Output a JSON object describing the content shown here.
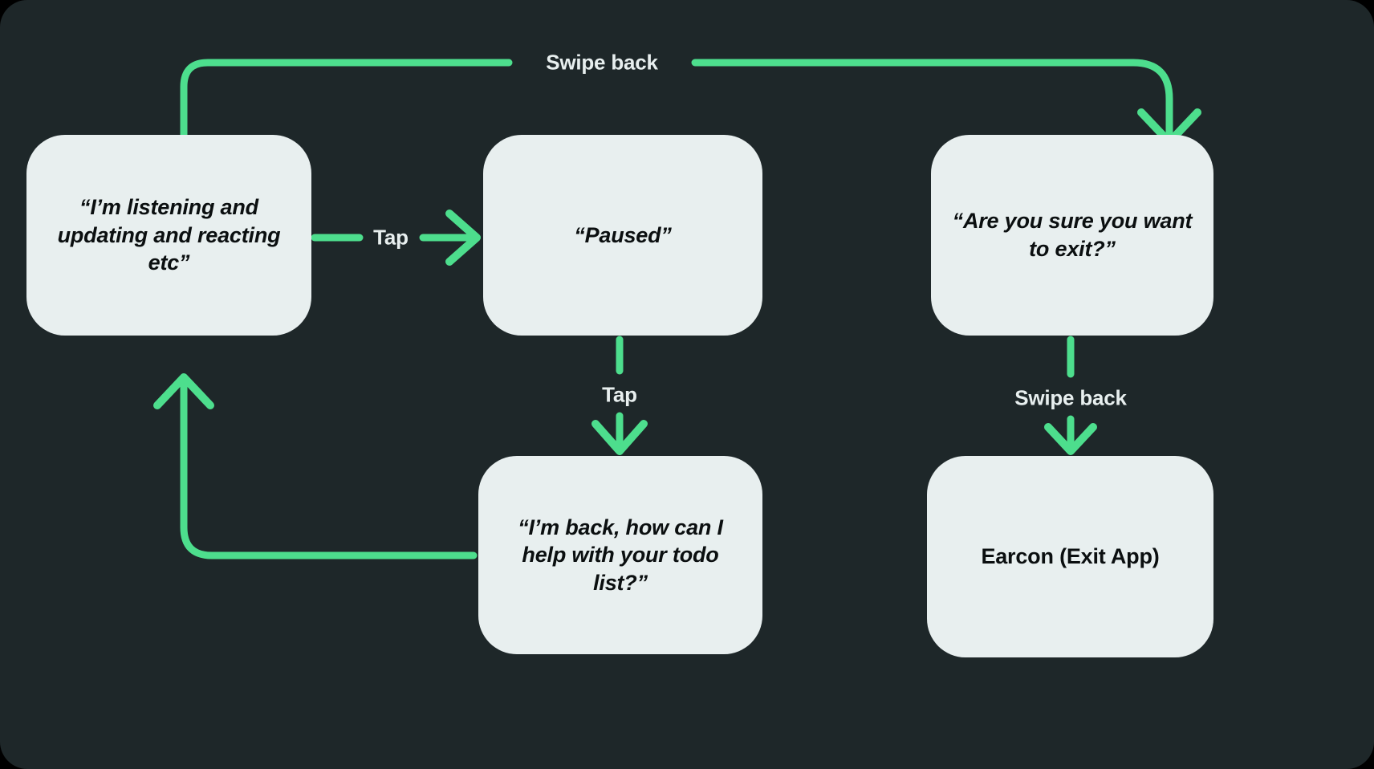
{
  "theme": {
    "page_background": "#000000",
    "canvas_background": "#1E2729",
    "node_fill": "#E8EFEF",
    "node_text": "#0B0F10",
    "edge_color": "#4DDE8D",
    "edge_label_text": "#E8EFEF"
  },
  "diagram": {
    "type": "flow",
    "nodes": [
      {
        "id": "listening",
        "label": "“I’m listening and updating and reacting etc”",
        "style": "italic"
      },
      {
        "id": "paused",
        "label": "“Paused”",
        "style": "italic"
      },
      {
        "id": "confirm_exit",
        "label": "“Are you sure you want to exit?”",
        "style": "italic"
      },
      {
        "id": "im_back",
        "label": "“I’m back, how can I help with your todo list?”",
        "style": "italic"
      },
      {
        "id": "earcon",
        "label": "Earcon (Exit App)",
        "style": "plain"
      }
    ],
    "edges": [
      {
        "id": "listening-to-confirm",
        "from": "listening",
        "to": "confirm_exit",
        "label": "Swipe back",
        "arrow": true
      },
      {
        "id": "listening-to-paused",
        "from": "listening",
        "to": "paused",
        "label": "Tap",
        "arrow": true
      },
      {
        "id": "paused-to-imback",
        "from": "paused",
        "to": "im_back",
        "label": "Tap",
        "arrow": true
      },
      {
        "id": "imback-to-listening",
        "from": "im_back",
        "to": "listening",
        "label": "",
        "arrow": true
      },
      {
        "id": "confirm-to-earcon",
        "from": "confirm_exit",
        "to": "earcon",
        "label": "Swipe back",
        "arrow": true
      }
    ]
  }
}
